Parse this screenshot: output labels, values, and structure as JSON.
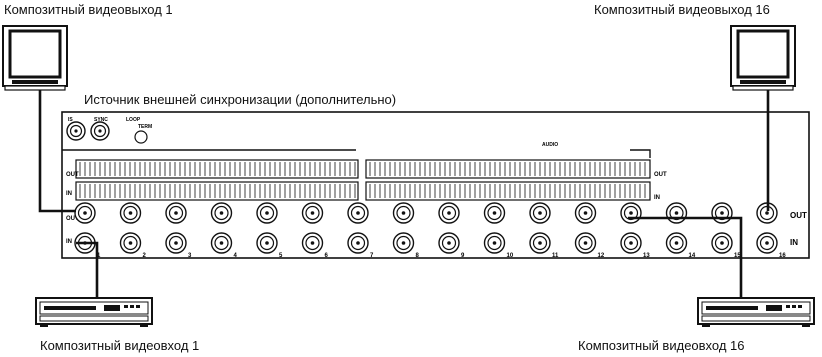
{
  "labels": {
    "out1": "Композитный видеовыход 1",
    "out16": "Композитный видеовыход 16",
    "sync": "Источник внешней синхронизации (дополнительно)",
    "in1": "Композитный видеовход 1",
    "in16": "Композитный видеовход 16"
  },
  "panel": {
    "sync_block": {
      "is": "IS",
      "sync": "SYNC",
      "loop": "LOOP",
      "term": "TERM"
    },
    "audio": "AUDIO",
    "row_out": "OUT",
    "row_in": "IN",
    "bnc_out": "OUT",
    "bnc_in": "IN",
    "right_out": "OUT",
    "right_in": "IN",
    "channels": [
      "1",
      "2",
      "3",
      "4",
      "5",
      "6",
      "7",
      "8",
      "9",
      "10",
      "11",
      "12",
      "13",
      "14",
      "15",
      "16"
    ]
  },
  "colors": {
    "line": "#111111",
    "panel": "#ffffff",
    "screen": "#ffffff"
  },
  "icons": [
    "monitor-icon",
    "vcr-icon",
    "bnc-connector-icon",
    "terminal-block-icon"
  ]
}
